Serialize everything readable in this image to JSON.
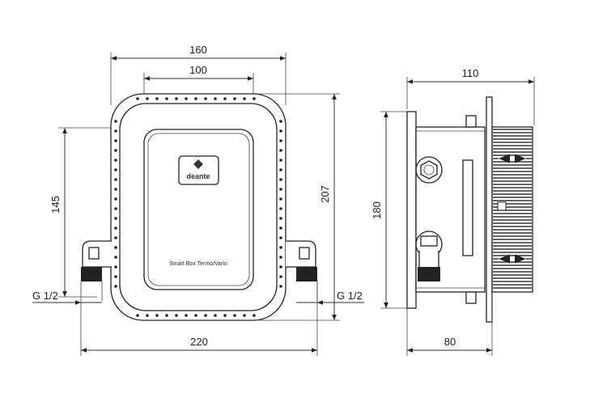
{
  "dimensions": {
    "front_outer_width": "160",
    "front_inner_width": "100",
    "front_height": "207",
    "front_connection_height": "145",
    "overall_width": "220",
    "thread_left": "G 1/2",
    "thread_right": "G 1/2",
    "side_depth": "110",
    "side_height": "180",
    "side_body_depth": "80"
  },
  "product": {
    "brand": "deante",
    "label": "Smart Box Termo/Vario"
  },
  "icons": [
    "brand-logo-icon",
    "valve-nut-icon",
    "arrow-icon"
  ]
}
